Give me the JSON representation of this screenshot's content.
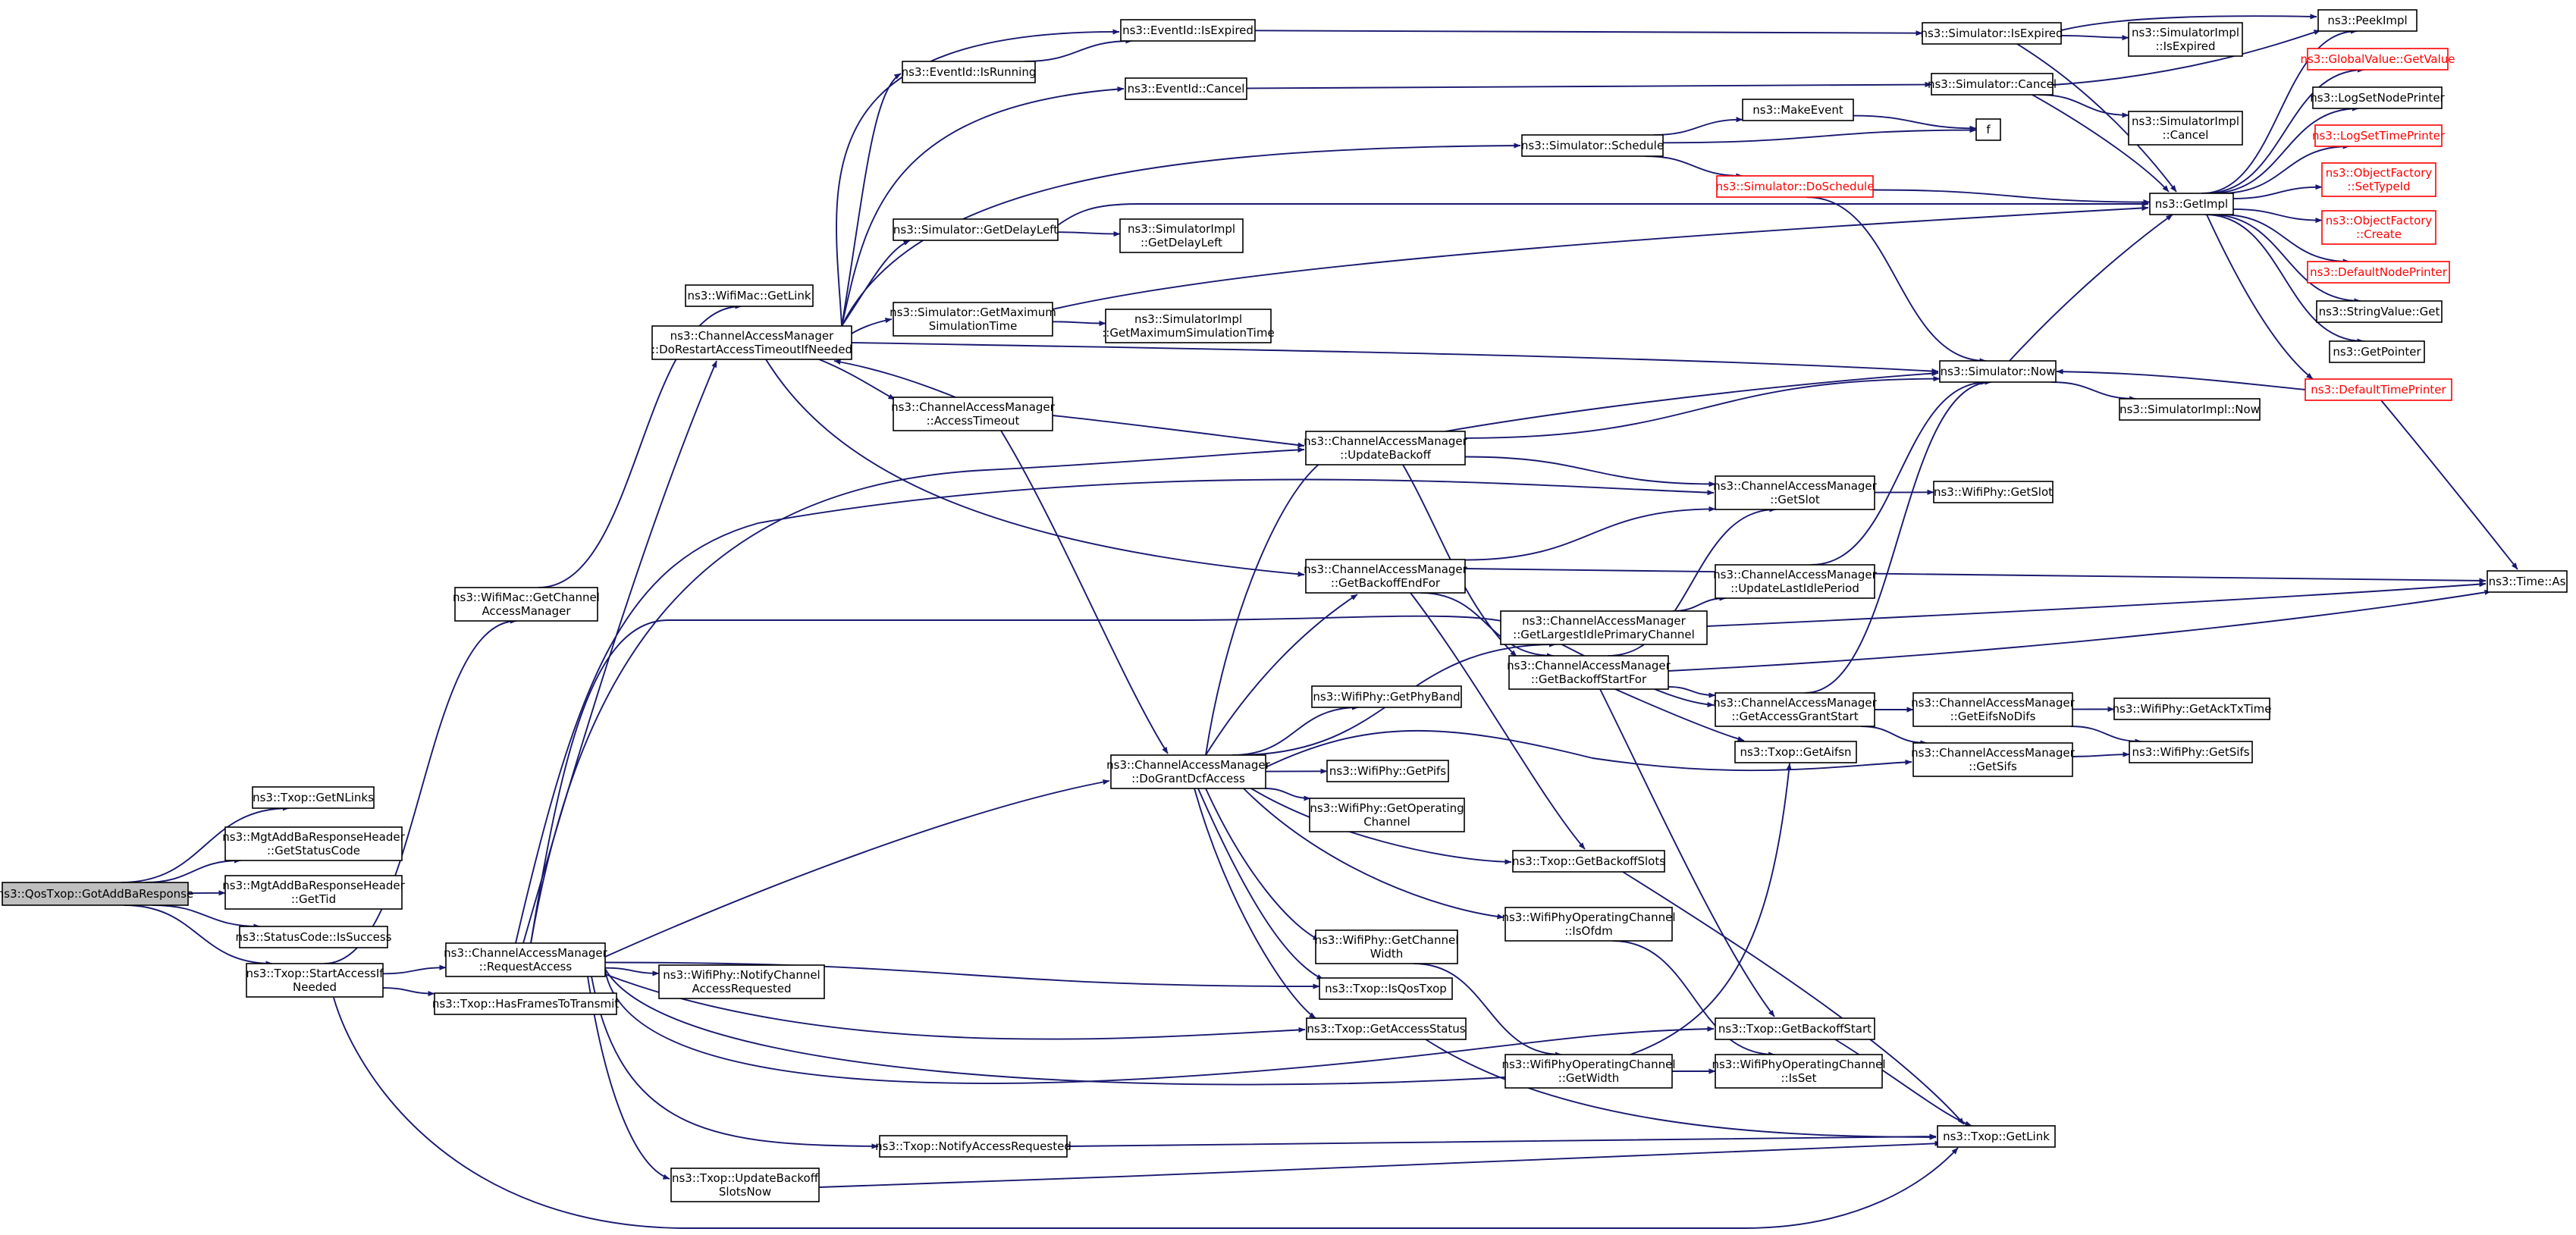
{
  "graph": {
    "edge_color": "#191970",
    "root_fill": "#bfbfbf",
    "external_color": "#ff0000",
    "nodes": [
      {
        "id": "root",
        "lines": [
          "ns3::QosTxop::GotAddBaResponse"
        ],
        "root": true
      },
      {
        "id": "getnlinks",
        "lines": [
          "ns3::Txop::GetNLinks"
        ]
      },
      {
        "id": "getstatuscode",
        "lines": [
          "ns3::MgtAddBaResponseHeader",
          "::GetStatusCode"
        ]
      },
      {
        "id": "gettid",
        "lines": [
          "ns3::MgtAddBaResponseHeader",
          "::GetTid"
        ]
      },
      {
        "id": "issuccess",
        "lines": [
          "ns3::StatusCode::IsSuccess"
        ]
      },
      {
        "id": "startaccess",
        "lines": [
          "ns3::Txop::StartAccessIf",
          "Needed"
        ]
      },
      {
        "id": "getcam",
        "lines": [
          "ns3::WifiMac::GetChannel",
          "AccessManager"
        ]
      },
      {
        "id": "requestaccess",
        "lines": [
          "ns3::ChannelAccessManager",
          "::RequestAccess"
        ]
      },
      {
        "id": "hasframes",
        "lines": [
          "ns3::Txop::HasFramesToTransmit"
        ]
      },
      {
        "id": "getlink_mac",
        "lines": [
          "ns3::WifiMac::GetLink"
        ]
      },
      {
        "id": "restart",
        "lines": [
          "ns3::ChannelAccessManager",
          "::DoRestartAccessTimeoutIfNeeded"
        ]
      },
      {
        "id": "accesstimeout",
        "lines": [
          "ns3::ChannelAccessManager",
          "::AccessTimeout"
        ]
      },
      {
        "id": "notifycar",
        "lines": [
          "ns3::WifiPhy::NotifyChannel",
          "AccessRequested"
        ]
      },
      {
        "id": "notifyaccreq",
        "lines": [
          "ns3::Txop::NotifyAccessRequested"
        ]
      },
      {
        "id": "updatebackoffnow",
        "lines": [
          "ns3::Txop::UpdateBackoff",
          "SlotsNow"
        ]
      },
      {
        "id": "isrunning",
        "lines": [
          "ns3::EventId::IsRunning"
        ]
      },
      {
        "id": "isexpired_ev",
        "lines": [
          "ns3::EventId::IsExpired"
        ]
      },
      {
        "id": "cancel_ev",
        "lines": [
          "ns3::EventId::Cancel"
        ]
      },
      {
        "id": "getdelayleft",
        "lines": [
          "ns3::Simulator::GetDelayLeft"
        ]
      },
      {
        "id": "getmaxsim",
        "lines": [
          "ns3::Simulator::GetMaximum",
          "SimulationTime"
        ]
      },
      {
        "id": "impl_delayleft",
        "lines": [
          "ns3::SimulatorImpl",
          "::GetDelayLeft"
        ]
      },
      {
        "id": "impl_maxsim",
        "lines": [
          "ns3::SimulatorImpl",
          "::GetMaximumSimulationTime"
        ]
      },
      {
        "id": "dogrant",
        "lines": [
          "ns3::ChannelAccessManager",
          "::DoGrantDcfAccess"
        ]
      },
      {
        "id": "schedule",
        "lines": [
          "ns3::Simulator::Schedule"
        ]
      },
      {
        "id": "makeevent",
        "lines": [
          "ns3::MakeEvent"
        ]
      },
      {
        "id": "doschedule",
        "lines": [
          "ns3::Simulator::DoSchedule"
        ],
        "red": true
      },
      {
        "id": "f",
        "lines": [
          "f"
        ]
      },
      {
        "id": "sim_isexpired",
        "lines": [
          "ns3::Simulator::IsExpired"
        ]
      },
      {
        "id": "sim_cancel",
        "lines": [
          "ns3::Simulator::Cancel"
        ]
      },
      {
        "id": "impl_isexpired",
        "lines": [
          "ns3::SimulatorImpl",
          "::IsExpired"
        ]
      },
      {
        "id": "impl_cancel",
        "lines": [
          "ns3::SimulatorImpl",
          "::Cancel"
        ]
      },
      {
        "id": "getimpl",
        "lines": [
          "ns3::GetImpl"
        ]
      },
      {
        "id": "peekimpl",
        "lines": [
          "ns3::PeekImpl"
        ]
      },
      {
        "id": "globalvalue",
        "lines": [
          "ns3::GlobalValue::GetValue"
        ],
        "red": true
      },
      {
        "id": "logsetnode",
        "lines": [
          "ns3::LogSetNodePrinter"
        ]
      },
      {
        "id": "logsettime",
        "lines": [
          "ns3::LogSetTimePrinter"
        ],
        "red": true
      },
      {
        "id": "settypeid",
        "lines": [
          "ns3::ObjectFactory",
          "::SetTypeId"
        ],
        "red": true
      },
      {
        "id": "ofcreate",
        "lines": [
          "ns3::ObjectFactory",
          "::Create"
        ],
        "red": true
      },
      {
        "id": "defnodeprinter",
        "lines": [
          "ns3::DefaultNodePrinter"
        ],
        "red": true
      },
      {
        "id": "stringvalue",
        "lines": [
          "ns3::StringValue::Get"
        ]
      },
      {
        "id": "getpointer",
        "lines": [
          "ns3::GetPointer"
        ]
      },
      {
        "id": "deftimeprinter",
        "lines": [
          "ns3::DefaultTimePrinter"
        ],
        "red": true
      },
      {
        "id": "simnow",
        "lines": [
          "ns3::Simulator::Now"
        ]
      },
      {
        "id": "implnow",
        "lines": [
          "ns3::SimulatorImpl::Now"
        ]
      },
      {
        "id": "updatebackoff",
        "lines": [
          "ns3::ChannelAccessManager",
          "::UpdateBackoff"
        ]
      },
      {
        "id": "getslot",
        "lines": [
          "ns3::ChannelAccessManager",
          "::GetSlot"
        ]
      },
      {
        "id": "phygetslot",
        "lines": [
          "ns3::WifiPhy::GetSlot"
        ]
      },
      {
        "id": "getbackoffend",
        "lines": [
          "ns3::ChannelAccessManager",
          "::GetBackoffEndFor"
        ]
      },
      {
        "id": "updatelastidle",
        "lines": [
          "ns3::ChannelAccessManager",
          "::UpdateLastIdlePeriod"
        ]
      },
      {
        "id": "timeas",
        "lines": [
          "ns3::Time::As"
        ]
      },
      {
        "id": "getlargestidle",
        "lines": [
          "ns3::ChannelAccessManager",
          "::GetLargestIdlePrimaryChannel"
        ]
      },
      {
        "id": "getbackoffstart",
        "lines": [
          "ns3::ChannelAccessManager",
          "::GetBackoffStartFor"
        ]
      },
      {
        "id": "getphyband",
        "lines": [
          "ns3::WifiPhy::GetPhyBand"
        ]
      },
      {
        "id": "getaccgrant",
        "lines": [
          "ns3::ChannelAccessManager",
          "::GetAccessGrantStart"
        ]
      },
      {
        "id": "geteifsnodifs",
        "lines": [
          "ns3::ChannelAccessManager",
          "::GetEifsNoDifs"
        ]
      },
      {
        "id": "getacktxtime",
        "lines": [
          "ns3::WifiPhy::GetAckTxTime"
        ]
      },
      {
        "id": "getaifsn",
        "lines": [
          "ns3::Txop::GetAifsn"
        ]
      },
      {
        "id": "getsifs_cam",
        "lines": [
          "ns3::ChannelAccessManager",
          "::GetSifs"
        ]
      },
      {
        "id": "getsifs_phy",
        "lines": [
          "ns3::WifiPhy::GetSifs"
        ]
      },
      {
        "id": "getpifs",
        "lines": [
          "ns3::WifiPhy::GetPifs"
        ]
      },
      {
        "id": "getopchan",
        "lines": [
          "ns3::WifiPhy::GetOperating",
          "Channel"
        ]
      },
      {
        "id": "getbackoffslots",
        "lines": [
          "ns3::Txop::GetBackoffSlots"
        ]
      },
      {
        "id": "isofdm",
        "lines": [
          "ns3::WifiPhyOperatingChannel",
          "::IsOfdm"
        ]
      },
      {
        "id": "getchanwidth",
        "lines": [
          "ns3::WifiPhy::GetChannel",
          "Width"
        ]
      },
      {
        "id": "isqostxop",
        "lines": [
          "ns3::Txop::IsQosTxop"
        ]
      },
      {
        "id": "getaccstatus",
        "lines": [
          "ns3::Txop::GetAccessStatus"
        ]
      },
      {
        "id": "getbackoffstarttx",
        "lines": [
          "ns3::Txop::GetBackoffStart"
        ]
      },
      {
        "id": "opgetwidth",
        "lines": [
          "ns3::WifiPhyOperatingChannel",
          "::GetWidth"
        ]
      },
      {
        "id": "isset",
        "lines": [
          "ns3::WifiPhyOperatingChannel",
          "::IsSet"
        ]
      },
      {
        "id": "txopgetlink",
        "lines": [
          "ns3::Txop::GetLink"
        ]
      }
    ],
    "edges": [
      [
        "root",
        "getnlinks"
      ],
      [
        "root",
        "getstatuscode"
      ],
      [
        "root",
        "gettid"
      ],
      [
        "root",
        "issuccess"
      ],
      [
        "root",
        "startaccess"
      ],
      [
        "startaccess",
        "getcam"
      ],
      [
        "startaccess",
        "requestaccess"
      ],
      [
        "startaccess",
        "hasframes"
      ],
      [
        "startaccess",
        "txopgetlink"
      ],
      [
        "getcam",
        "getlink_mac"
      ],
      [
        "requestaccess",
        "restart"
      ],
      [
        "requestaccess",
        "dogrant"
      ],
      [
        "requestaccess",
        "getaccgrant"
      ],
      [
        "requestaccess",
        "getslot"
      ],
      [
        "requestaccess",
        "updatebackoff"
      ],
      [
        "requestaccess",
        "notifycar"
      ],
      [
        "requestaccess",
        "isqostxop"
      ],
      [
        "requestaccess",
        "getaccstatus"
      ],
      [
        "requestaccess",
        "getaifsn"
      ],
      [
        "requestaccess",
        "getbackoffstarttx"
      ],
      [
        "requestaccess",
        "notifyaccreq"
      ],
      [
        "requestaccess",
        "updatebackoffnow"
      ],
      [
        "restart",
        "isrunning"
      ],
      [
        "restart",
        "isexpired_ev"
      ],
      [
        "restart",
        "cancel_ev"
      ],
      [
        "restart",
        "schedule"
      ],
      [
        "restart",
        "getdelayleft"
      ],
      [
        "restart",
        "getmaxsim"
      ],
      [
        "restart",
        "simnow"
      ],
      [
        "restart",
        "getbackoffend"
      ],
      [
        "restart",
        "accesstimeout"
      ],
      [
        "accesstimeout",
        "restart"
      ],
      [
        "accesstimeout",
        "updatebackoff"
      ],
      [
        "accesstimeout",
        "dogrant"
      ],
      [
        "isrunning",
        "isexpired_ev"
      ],
      [
        "isexpired_ev",
        "sim_isexpired"
      ],
      [
        "cancel_ev",
        "sim_cancel"
      ],
      [
        "getdelayleft",
        "impl_delayleft"
      ],
      [
        "getdelayleft",
        "getimpl"
      ],
      [
        "getmaxsim",
        "impl_maxsim"
      ],
      [
        "getmaxsim",
        "getimpl"
      ],
      [
        "schedule",
        "makeevent"
      ],
      [
        "schedule",
        "f"
      ],
      [
        "schedule",
        "doschedule"
      ],
      [
        "makeevent",
        "f"
      ],
      [
        "doschedule",
        "getimpl"
      ],
      [
        "doschedule",
        "simnow"
      ],
      [
        "sim_isexpired",
        "impl_isexpired"
      ],
      [
        "sim_isexpired",
        "peekimpl"
      ],
      [
        "sim_isexpired",
        "getimpl"
      ],
      [
        "sim_cancel",
        "impl_cancel"
      ],
      [
        "sim_cancel",
        "peekimpl"
      ],
      [
        "sim_cancel",
        "getimpl"
      ],
      [
        "getimpl",
        "peekimpl"
      ],
      [
        "getimpl",
        "globalvalue"
      ],
      [
        "getimpl",
        "logsetnode"
      ],
      [
        "getimpl",
        "logsettime"
      ],
      [
        "getimpl",
        "settypeid"
      ],
      [
        "getimpl",
        "ofcreate"
      ],
      [
        "getimpl",
        "defnodeprinter"
      ],
      [
        "getimpl",
        "stringvalue"
      ],
      [
        "getimpl",
        "getpointer"
      ],
      [
        "getimpl",
        "deftimeprinter"
      ],
      [
        "deftimeprinter",
        "simnow"
      ],
      [
        "deftimeprinter",
        "timeas"
      ],
      [
        "simnow",
        "getimpl"
      ],
      [
        "simnow",
        "implnow"
      ],
      [
        "updatebackoff",
        "simnow"
      ],
      [
        "updatebackoff",
        "getslot"
      ],
      [
        "updatebackoff",
        "getbackoffstart"
      ],
      [
        "getslot",
        "phygetslot"
      ],
      [
        "getbackoffend",
        "getslot"
      ],
      [
        "getbackoffend",
        "getbackoffstart"
      ],
      [
        "getbackoffend",
        "timeas"
      ],
      [
        "getbackoffend",
        "getbackoffslots"
      ],
      [
        "getlargestidle",
        "updatelastidle"
      ],
      [
        "getlargestidle",
        "timeas"
      ],
      [
        "updatelastidle",
        "simnow"
      ],
      [
        "getbackoffstart",
        "getslot"
      ],
      [
        "getbackoffstart",
        "getaccgrant"
      ],
      [
        "getbackoffstart",
        "getaifsn"
      ],
      [
        "getbackoffstart",
        "timeas"
      ],
      [
        "getbackoffstart",
        "getbackoffstarttx"
      ],
      [
        "getaccgrant",
        "simnow"
      ],
      [
        "getaccgrant",
        "geteifsnodifs"
      ],
      [
        "getaccgrant",
        "getsifs_cam"
      ],
      [
        "geteifsnodifs",
        "getacktxtime"
      ],
      [
        "geteifsnodifs",
        "getsifs_phy"
      ],
      [
        "getsifs_cam",
        "getsifs_phy"
      ],
      [
        "dogrant",
        "getbackoffend"
      ],
      [
        "dogrant",
        "simnow"
      ],
      [
        "dogrant",
        "getlargestidle"
      ],
      [
        "dogrant",
        "getphyband"
      ],
      [
        "dogrant",
        "getpifs"
      ],
      [
        "dogrant",
        "getopchan"
      ],
      [
        "dogrant",
        "getbackoffslots"
      ],
      [
        "dogrant",
        "isofdm"
      ],
      [
        "dogrant",
        "getchanwidth"
      ],
      [
        "dogrant",
        "isqostxop"
      ],
      [
        "dogrant",
        "getaccstatus"
      ],
      [
        "dogrant",
        "getsifs_cam"
      ],
      [
        "getbackoffslots",
        "txopgetlink"
      ],
      [
        "isofdm",
        "isset"
      ],
      [
        "getchanwidth",
        "opgetwidth"
      ],
      [
        "opgetwidth",
        "isset"
      ],
      [
        "getaccstatus",
        "txopgetlink"
      ],
      [
        "getbackoffstarttx",
        "txopgetlink"
      ],
      [
        "notifyaccreq",
        "txopgetlink"
      ],
      [
        "updatebackoffnow",
        "txopgetlink"
      ]
    ]
  }
}
